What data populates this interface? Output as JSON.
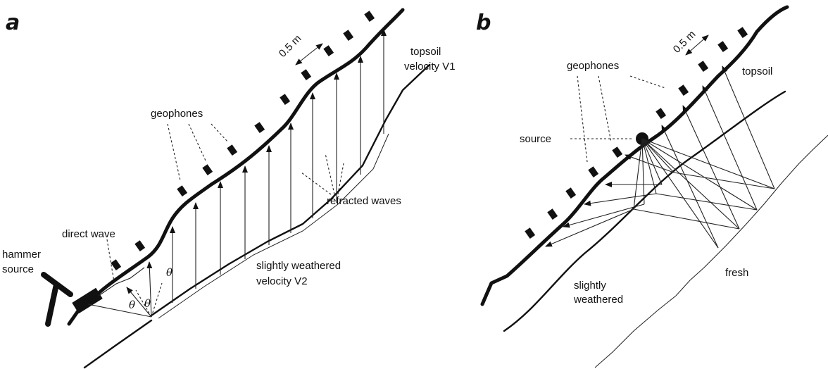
{
  "panel_a": {
    "label": "a",
    "scale": "0.5 m",
    "topsoil": "topsoil",
    "velocity_v1": "velocity V1",
    "geophones": "geophones",
    "refracted_waves": "refracted waves",
    "direct_wave": "direct wave",
    "hammer": "hammer",
    "source": "source",
    "slightly_weathered": "slightly weathered",
    "velocity_v2": "velocity V2",
    "theta": "θ"
  },
  "panel_b": {
    "label": "b",
    "scale": "0.5 m",
    "geophones": "geophones",
    "topsoil": "topsoil",
    "source": "source",
    "slightly": "slightly",
    "weathered": "weathered",
    "fresh": "fresh"
  }
}
